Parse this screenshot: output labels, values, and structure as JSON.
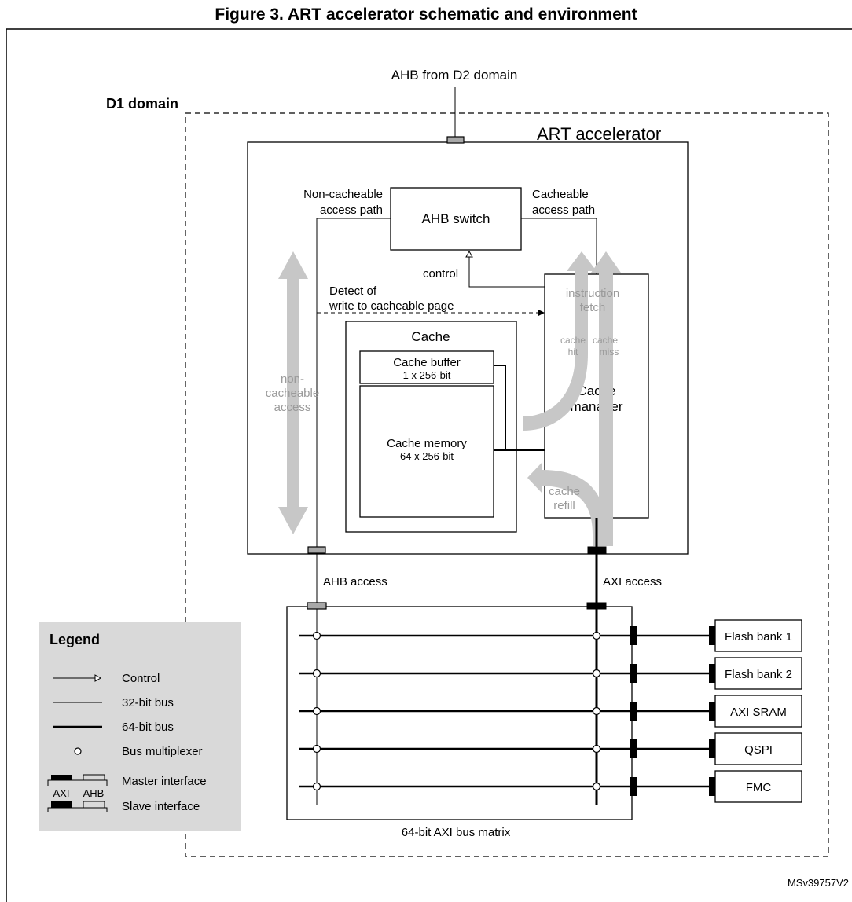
{
  "title": "Figure 3. ART accelerator schematic and environment",
  "domain_label": "D1 domain",
  "ahb_from_label": "AHB from D2 domain",
  "art_label": "ART accelerator",
  "ahb_switch_label": "AHB switch",
  "noncacheable_path": [
    "Non-cacheable",
    "access path"
  ],
  "cacheable_path": [
    "Cacheable",
    "access path"
  ],
  "control_label": "control",
  "detect_label": [
    "Detect of",
    "write to cacheable page"
  ],
  "instruction_fetch": [
    "instruction",
    "fetch"
  ],
  "cache_hit": [
    "cache",
    "hit"
  ],
  "cache_miss": [
    "cache",
    "miss"
  ],
  "cache_label": "Cache",
  "cache_buffer": [
    "Cache buffer",
    "1 x 256-bit"
  ],
  "cache_memory": [
    "Cache memory",
    "64 x 256-bit"
  ],
  "cache_manager": [
    "Cache",
    "manager"
  ],
  "noncacheable_access": [
    "non-",
    "cacheable",
    "access"
  ],
  "cache_refill": [
    "cache",
    "refill"
  ],
  "ahb_access": "AHB access",
  "axi_access": "AXI access",
  "bus_matrix_label": "64-bit AXI bus matrix",
  "targets": [
    "Flash bank 1",
    "Flash bank 2",
    "AXI SRAM",
    "QSPI",
    "FMC"
  ],
  "legend": {
    "title": "Legend",
    "items": [
      "Control",
      "32-bit bus",
      "64-bit bus",
      "Bus multiplexer",
      "Master interface",
      "Slave interface"
    ],
    "axi": "AXI",
    "ahb": "AHB"
  },
  "reference_code": "MSv39757V2",
  "colors": {
    "legend_bg": "#d9d9d9",
    "arrow_grey": "#c7c7c7",
    "port_grey": "#a8a8a8"
  }
}
